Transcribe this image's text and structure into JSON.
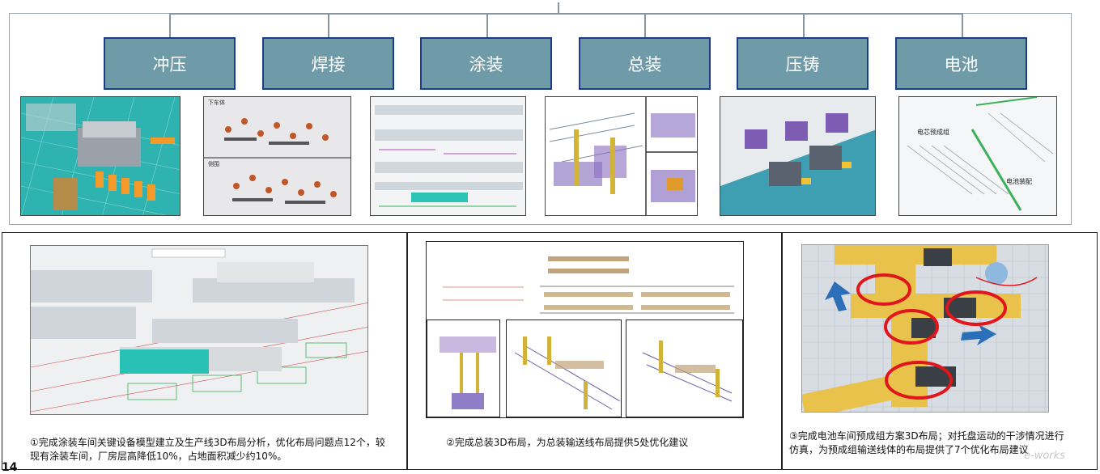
{
  "categories": [
    {
      "label": "冲压"
    },
    {
      "label": "焊接"
    },
    {
      "label": "涂装"
    },
    {
      "label": "总装"
    },
    {
      "label": "压铸"
    },
    {
      "label": "电池"
    }
  ],
  "thumbs": {
    "weld_top": "下车体",
    "weld_bottom": "侧围",
    "battery_a": "电芯预成组",
    "battery_b": "电池装配"
  },
  "captions": {
    "painting": "①完成涂装车间关键设备模型建立及生产线3D布局分析，优化布局问题点12个，较现有涂装车间，厂房层高降低10%，占地面积减少约10%。",
    "assembly": "②完成总装3D布局，为总装输送线布局提供5处优化建议",
    "battery": "③完成电池车间预成组方案3D布局；对托盘运动的干涉情况进行仿真，为预成组输送线体的布局提供了7个优化布局建议"
  },
  "page_number": "14",
  "watermark": "e-works"
}
